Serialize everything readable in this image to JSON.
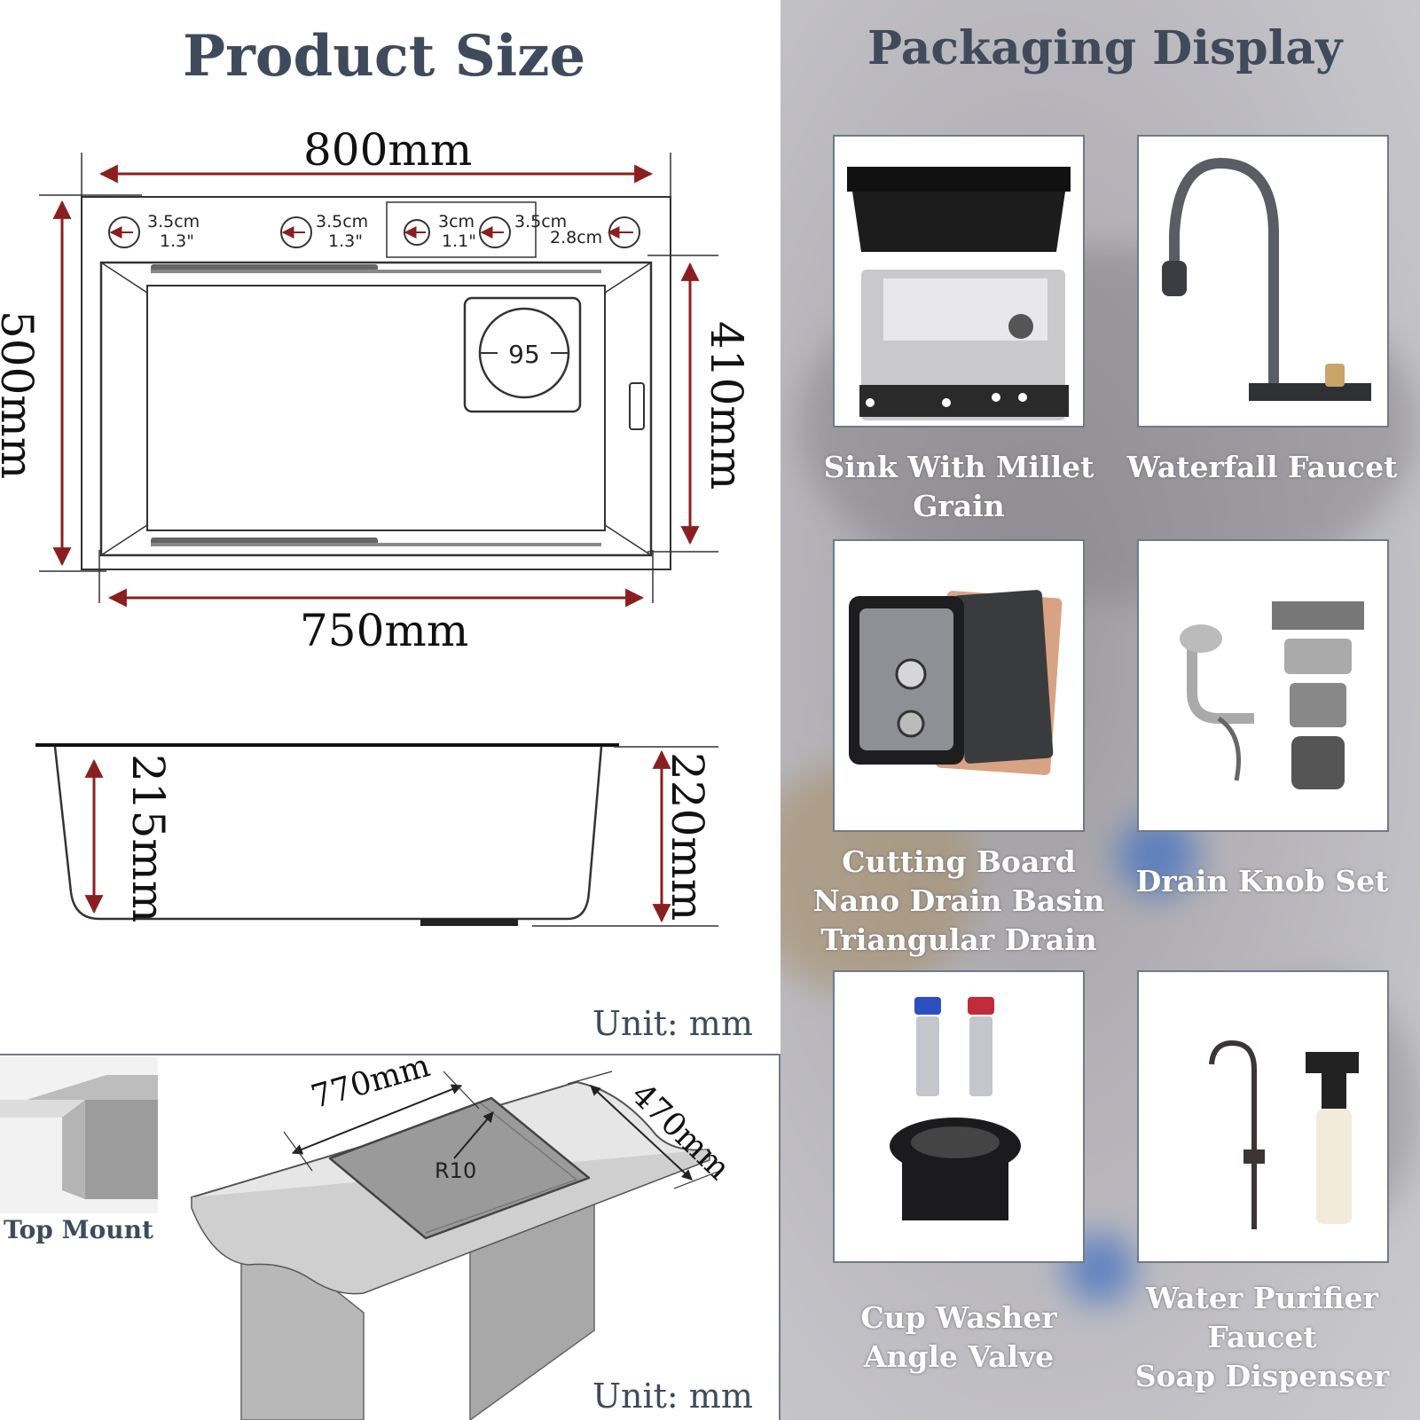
{
  "left": {
    "title": "Product Size",
    "top_view": {
      "width_label": "800mm",
      "height_label": "500mm",
      "inner_height_label": "410mm",
      "inner_width_label": "750mm",
      "holes": [
        {
          "cm": "3.5cm",
          "in": "1.3\""
        },
        {
          "cm": "3.5cm",
          "in": "1.3\""
        },
        {
          "cm": "3cm",
          "in": "1.1\""
        },
        {
          "cm": "3.5cm",
          "in": ""
        },
        {
          "cm": "2.8cm",
          "in": ""
        }
      ],
      "drain_label": "95"
    },
    "side_view": {
      "depth_label": "215mm",
      "height_label": "220mm"
    },
    "unit_label_1": "Unit: mm",
    "cutout": {
      "width_label": "770mm",
      "depth_label": "470mm",
      "radius_label": "R10"
    },
    "mount_label": "Top Mount",
    "unit_label_2": "Unit: mm"
  },
  "right": {
    "title": "Packaging Display",
    "items": [
      {
        "lines": [
          "Sink With Millet",
          "Grain"
        ]
      },
      {
        "lines": [
          "Waterfall Faucet"
        ]
      },
      {
        "lines": [
          "Cutting Board",
          "Nano Drain Basin",
          "Triangular Drain"
        ]
      },
      {
        "lines": [
          "Drain Knob Set"
        ]
      },
      {
        "lines": [
          "Cup Washer",
          "Angle Valve"
        ]
      },
      {
        "lines": [
          "Water Purifier",
          "Faucet",
          "Soap Dispenser"
        ]
      }
    ]
  },
  "colors": {
    "heading": "#3f4b5c",
    "dimension_arrow": "#8b1f1f",
    "panel_border": "#6f7a8a"
  }
}
